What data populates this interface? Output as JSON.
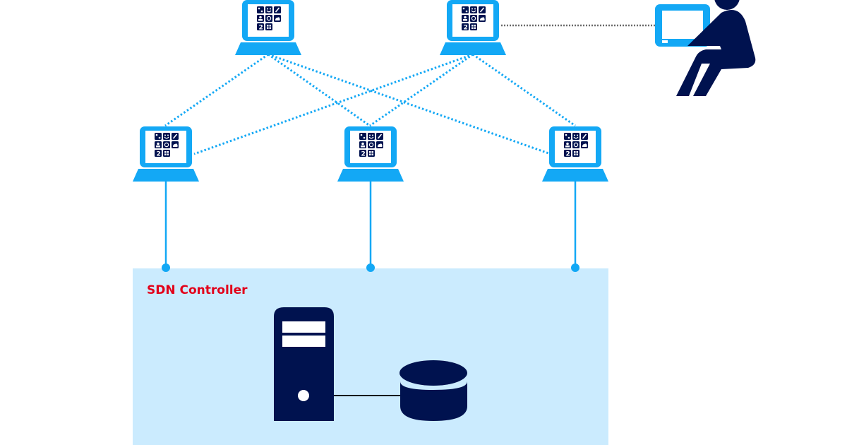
{
  "title": "SDN network diagram",
  "colors": {
    "accent": "#13A8F5",
    "dark": "#00124F",
    "panel": "#CBEBFE",
    "label": "#E2001A",
    "dotted_grey": "#6B6B6B"
  },
  "controller": {
    "label": "SDN Controller",
    "components": [
      "server",
      "database"
    ]
  },
  "nodes": {
    "top": [
      {
        "id": "top-left-switch",
        "icon": "laptop-app-grid-icon"
      },
      {
        "id": "top-right-switch",
        "icon": "laptop-app-grid-icon"
      }
    ],
    "middle": [
      {
        "id": "middle-left-switch",
        "icon": "laptop-app-grid-icon"
      },
      {
        "id": "middle-center-switch",
        "icon": "laptop-app-grid-icon"
      },
      {
        "id": "middle-right-switch",
        "icon": "laptop-app-grid-icon"
      }
    ]
  },
  "user": {
    "icon": "person-at-computer-icon"
  },
  "links": [
    {
      "from": "top-left-switch",
      "to": "middle-left-switch",
      "style": "dotted"
    },
    {
      "from": "top-left-switch",
      "to": "middle-center-switch",
      "style": "dotted"
    },
    {
      "from": "top-left-switch",
      "to": "middle-right-switch",
      "style": "dotted"
    },
    {
      "from": "top-right-switch",
      "to": "middle-left-switch",
      "style": "dotted"
    },
    {
      "from": "top-right-switch",
      "to": "middle-center-switch",
      "style": "dotted"
    },
    {
      "from": "top-right-switch",
      "to": "middle-right-switch",
      "style": "dotted"
    },
    {
      "from": "top-right-switch",
      "to": "user",
      "style": "dotted-grey"
    },
    {
      "from": "middle-left-switch",
      "to": "controller",
      "style": "solid"
    },
    {
      "from": "middle-center-switch",
      "to": "controller",
      "style": "solid"
    },
    {
      "from": "middle-right-switch",
      "to": "controller",
      "style": "solid"
    },
    {
      "from": "server",
      "to": "database",
      "style": "solid-black"
    }
  ]
}
